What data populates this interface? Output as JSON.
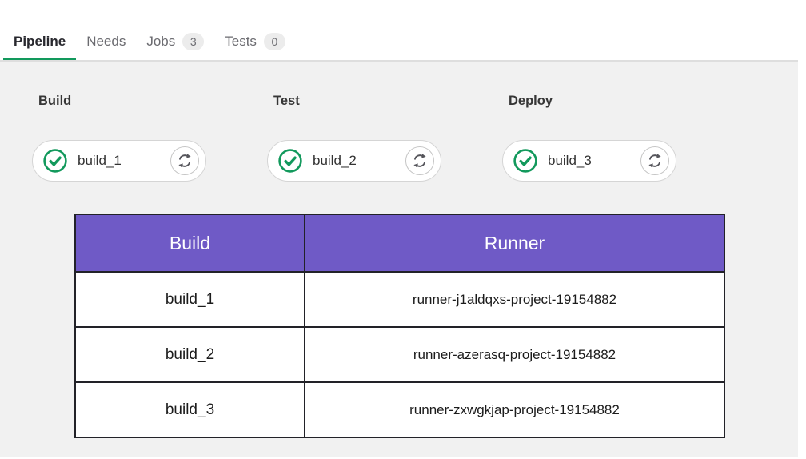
{
  "tabs": [
    {
      "label": "Pipeline",
      "active": true
    },
    {
      "label": "Needs",
      "active": false
    },
    {
      "label": "Jobs",
      "badge": "3",
      "active": false
    },
    {
      "label": "Tests",
      "badge": "0",
      "active": false
    }
  ],
  "stages": [
    {
      "title": "Build",
      "job": {
        "name": "build_1",
        "status": "success"
      }
    },
    {
      "title": "Test",
      "job": {
        "name": "build_2",
        "status": "success"
      }
    },
    {
      "title": "Deploy",
      "job": {
        "name": "build_3",
        "status": "success"
      }
    }
  ],
  "table": {
    "headers": [
      "Build",
      "Runner"
    ],
    "rows": [
      [
        "build_1",
        "runner-j1aldqxs-project-19154882"
      ],
      [
        "build_2",
        "runner-azerasq-project-19154882"
      ],
      [
        "build_3",
        "runner-zxwgkjap-project-19154882"
      ]
    ]
  },
  "icons": {
    "status": "status-success-check-circle",
    "retry": "retry-circular-arrows"
  },
  "colors": {
    "accent_green": "#12995c",
    "table_header_purple": "#6f5ac6",
    "content_background": "#f1f1f1",
    "badge_background": "#ececec"
  }
}
